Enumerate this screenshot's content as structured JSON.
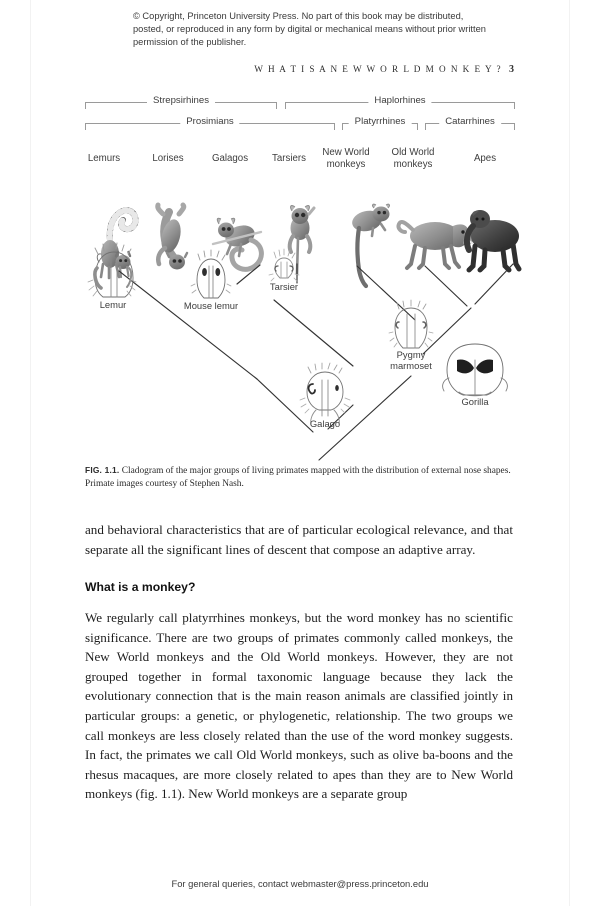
{
  "page": {
    "copyright_notice": "© Copyright, Princeton University Press. No part of this book may be distributed, posted, or reproduced in any form by digital or mechanical means without prior written permission of the publisher.",
    "running_head": "W H A T   I S   A   N E W   W O R L D   M O N K E Y ?",
    "folio": "3",
    "footer": "For general queries, contact webmaster@press.princeton.edu",
    "background_color": "#ffffff",
    "text_color": "#1d1d1d",
    "rule_color": "#9a9a9a"
  },
  "figure": {
    "caption_label": "FIG. 1.1.",
    "caption_text": "Cladogram of the major groups of living primates mapped with the distribution of external nose shapes. Primate images courtesy of Stephen Nash.",
    "brackets": [
      {
        "label": "Strepsirhines",
        "row": 1
      },
      {
        "label": "Haplorhines",
        "row": 1
      },
      {
        "label": "Prosimians",
        "row": 2
      },
      {
        "label": "Platyrrhines",
        "row": 2
      },
      {
        "label": "Catarrhines",
        "row": 2
      }
    ],
    "taxa": [
      {
        "label": "Lemurs"
      },
      {
        "label": "Lorises"
      },
      {
        "label": "Galagos"
      },
      {
        "label": "Tarsiers"
      },
      {
        "label": "New World\nmonkeys"
      },
      {
        "label": "Old World\nmonkeys"
      },
      {
        "label": "Apes"
      }
    ],
    "taxa_line1": [
      "Lemurs",
      "Lorises",
      "Galagos",
      "Tarsiers",
      "New World",
      "Old World",
      "Apes"
    ],
    "taxa_line2": [
      "",
      "",
      "",
      "",
      "monkeys",
      "monkeys",
      ""
    ],
    "nose_labels": [
      {
        "label": "Lemur"
      },
      {
        "label": "Mouse lemur"
      },
      {
        "label": "Tarsier"
      },
      {
        "label": "Pygmy marmoset"
      },
      {
        "label": "Gorilla"
      },
      {
        "label": "Galago"
      }
    ],
    "nose_label_lemur": "Lemur",
    "nose_label_mouse_lemur": "Mouse lemur",
    "nose_label_tarsier": "Tarsier",
    "nose_label_pygmy_marmoset_l1": "Pygmy",
    "nose_label_pygmy_marmoset_l2": "marmoset",
    "nose_label_gorilla": "Gorilla",
    "nose_label_galago": "Galago",
    "bracket_strepsirhines": "Strepsirhines",
    "bracket_haplorhines": "Haplorhines",
    "bracket_prosimians": "Prosimians",
    "bracket_platyrrhines": "Platyrrhines",
    "bracket_catarrhines": "Catarrhines"
  },
  "body": {
    "paragraph_1": "and behavioral characteristics that are of particular ecological relevance, and that separate all the significant lines of descent that compose an adaptive array.",
    "subheading": "What is a monkey?",
    "paragraph_2": "We regularly call platyrrhines monkeys, but the word monkey has no scientific significance. There are two groups of primates commonly called monkeys, the New World monkeys and the Old World monkeys. However, they are not grouped together in formal taxonomic language because they lack the evolutionary connection that is the main reason animals are classified jointly in particular groups: a genetic, or phylogenetic, relationship. The two groups we call monkeys are less closely related than the use of the word monkey suggests. In fact, the primates we call Old World monkeys, such as olive ba-boons and the rhesus macaques, are more closely related to apes than they are to New World monkeys (fig. 1.1). New World monkeys are a separate group"
  }
}
